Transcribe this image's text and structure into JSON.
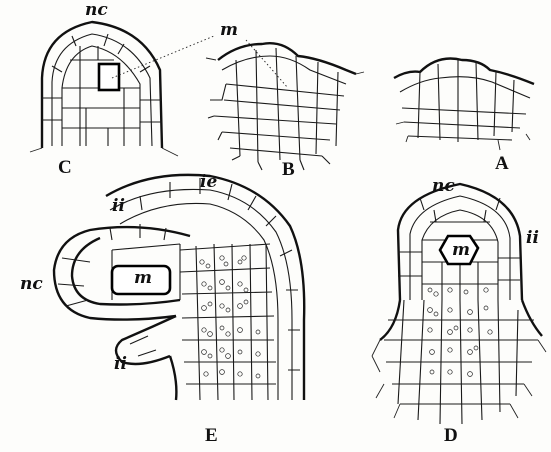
{
  "figures": {
    "A": {
      "caption": "A"
    },
    "B": {
      "caption": "B",
      "labels": {
        "m": "m"
      }
    },
    "C": {
      "caption": "C",
      "labels": {
        "nc": "nc",
        "m": "m"
      }
    },
    "D": {
      "caption": "D",
      "labels": {
        "nc": "nc",
        "ii": "ii",
        "m": "m"
      }
    },
    "E": {
      "caption": "E",
      "labels": {
        "ie": "ie",
        "ii_top": "ii",
        "ii_bottom": "ii",
        "nc": "nc",
        "m": "m"
      }
    }
  }
}
